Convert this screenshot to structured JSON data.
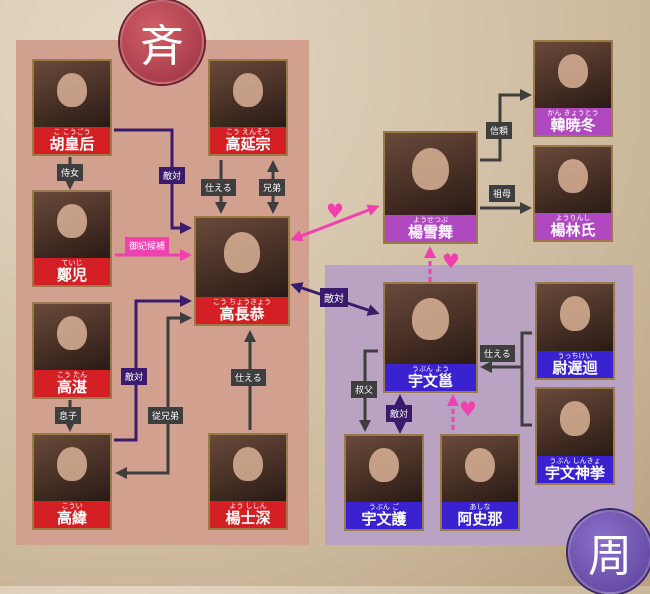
{
  "factions": {
    "qi": "斉",
    "zhou": "周"
  },
  "characters": [
    {
      "id": "hu",
      "ruby": "こ こうごう",
      "name": "胡皇后"
    },
    {
      "id": "yanzong",
      "ruby": "こう えんそう",
      "name": "高延宗"
    },
    {
      "id": "zheng",
      "ruby": "ていじ",
      "name": "鄭児"
    },
    {
      "id": "changgong",
      "ruby": "こう ちょうきょう",
      "name": "高長恭"
    },
    {
      "id": "zhan",
      "ruby": "こう たん",
      "name": "高湛"
    },
    {
      "id": "wei",
      "ruby": "こうい",
      "name": "高緯"
    },
    {
      "id": "shishen",
      "ruby": "よう ししん",
      "name": "楊士深"
    },
    {
      "id": "xuewu",
      "ruby": "ようせつぶ",
      "name": "楊雪舞"
    },
    {
      "id": "xiaodong",
      "ruby": "かん きょうとう",
      "name": "韓暁冬"
    },
    {
      "id": "linshi",
      "ruby": "ようりんし",
      "name": "楊林氏"
    },
    {
      "id": "yong",
      "ruby": "うぶん よう",
      "name": "宇文邕"
    },
    {
      "id": "yuchi",
      "ruby": "うっちけい",
      "name": "尉遅迴"
    },
    {
      "id": "shenju",
      "ruby": "うぶん しんきょ",
      "name": "宇文神挙"
    },
    {
      "id": "hu2",
      "ruby": "うぶん ご",
      "name": "宇文護"
    },
    {
      "id": "ashina",
      "ruby": "あしな",
      "name": "阿史那"
    }
  ],
  "relations": {
    "maid": "侍女",
    "enemy1": "敵対",
    "serve1": "仕える",
    "brother": "兄弟",
    "consort": "御妃候補",
    "enemy2": "敵対",
    "cousin": "従兄弟",
    "serve2": "仕える",
    "son": "息子",
    "enemy3": "敵対",
    "trust": "信頼",
    "grandmother": "祖母",
    "serve3": "仕える",
    "uncle": "叔父",
    "enemy4": "敵対"
  },
  "colors": {
    "qi": "#d42025",
    "zhou": "#3a22d0",
    "heroine": "#b048c0",
    "love": "#f040b0",
    "enemy": "#3a1a6a"
  }
}
